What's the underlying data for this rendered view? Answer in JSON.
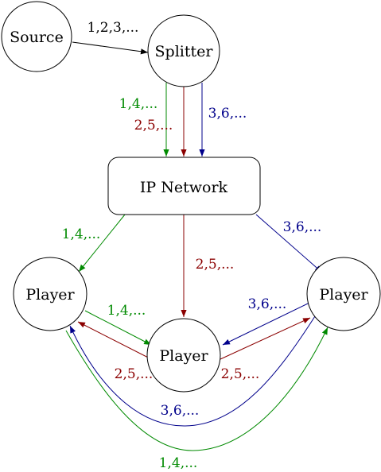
{
  "colors": {
    "black": "#000000",
    "green": "#008a00",
    "red": "#8b0000",
    "blue": "#00008b"
  },
  "nodes": {
    "source": "Source",
    "splitter": "Splitter",
    "network": "IP Network",
    "player_left": "Player",
    "player_center": "Player",
    "player_right": "Player"
  },
  "edges": {
    "source_to_splitter": "1,2,3,...",
    "splitter_green": "1,4,...",
    "splitter_red": "2,5,...",
    "splitter_blue": "3,6,...",
    "network_to_left": "1,4,...",
    "network_to_center": "2,5,...",
    "network_to_right": "3,6,...",
    "left_to_center": "1,4,...",
    "right_to_center": "3,6,...",
    "center_to_left": "2,5,...",
    "center_to_right": "2,5,...",
    "right_to_left": "3,6,...",
    "left_to_right": "1,4,..."
  }
}
